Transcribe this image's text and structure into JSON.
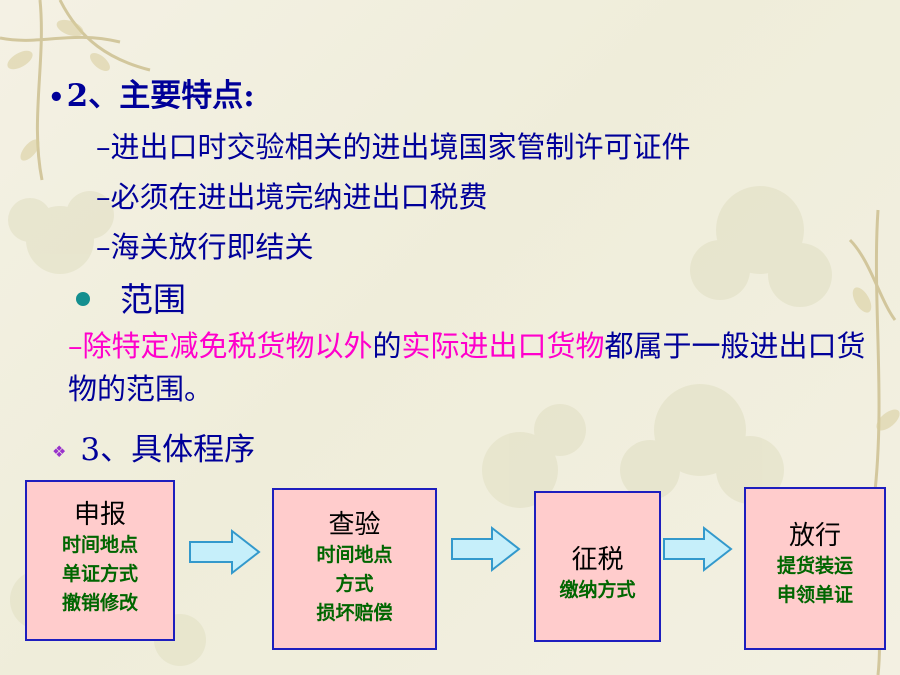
{
  "heading": {
    "bullet": "•",
    "text": "2、主要特点:"
  },
  "features": [
    "–进出口时交验相关的进出境国家管制许可证件",
    "–必须在进出境完纳进出口税费",
    "–海关放行即结关"
  ],
  "scope": {
    "title": "范围",
    "part1": "–除特定减免税货物以外",
    "part2": "的",
    "part3": "实际进出口货物",
    "part4": "都属于一般进出口货物的范围。"
  },
  "procedure": {
    "bullet": "❖",
    "title": "3、具体程序"
  },
  "steps": [
    {
      "title": "申报",
      "details": [
        "时间地点",
        "单证方式",
        "撤销修改"
      ]
    },
    {
      "title": "查验",
      "details": [
        "时间地点",
        "方式",
        "损坏赔偿"
      ]
    },
    {
      "title": "征税",
      "details": [
        "缴纳方式"
      ]
    },
    {
      "title": "放行",
      "details": [
        "提货装运",
        "申领单证"
      ]
    }
  ],
  "colors": {
    "text": "#000099",
    "highlight": "#ff00cc",
    "box_fill": "#ffcccc",
    "box_border": "#1e1ebe",
    "detail_text": "#006600",
    "arrow_fill": "#c6effa",
    "arrow_stroke": "#3399cc"
  }
}
